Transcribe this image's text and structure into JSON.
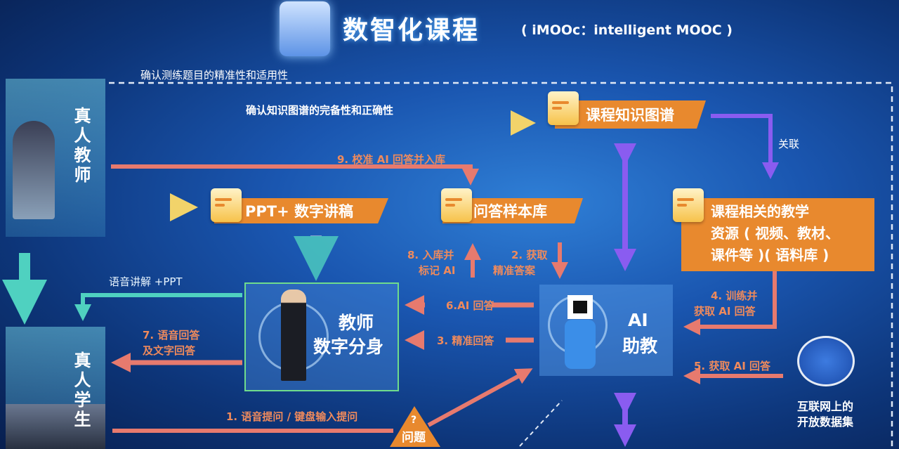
{
  "header": {
    "title": "数智化课程",
    "subtitle": "( iMOOc：intelligent MOOC )"
  },
  "top_note": "确认测练题目的精准性和适用性",
  "actors": {
    "teacher": "真人教师",
    "student": "真人学生"
  },
  "nodes": {
    "knowledge_graph": "课程知识图谱",
    "ppt": "PPT+ 数字讲稿",
    "qa_library": "问答样本库",
    "resources": [
      "课程相关的教学",
      "资源 ( 视频、教材、",
      "课件等 )( 语料库 )"
    ],
    "digital_twin": [
      "教师",
      "数字分身"
    ],
    "ai_assistant": [
      "AI",
      "助教"
    ],
    "internet": [
      "互联网上的",
      "开放数据集"
    ],
    "question": {
      "mark": "?",
      "label": "问题"
    }
  },
  "edges": {
    "confirm_graph": "确认知识图谱的完备性和正确性",
    "step9": "9. 校准 AI 回答并入库",
    "relate": "关联",
    "step8": [
      "8. 入库并",
      "标记 AI"
    ],
    "step2": [
      "2. 获取",
      "精准答案"
    ],
    "step6": "6.AI 回答",
    "step3": "3. 精准回答",
    "step4": [
      "4. 训练并",
      "获取 AI 回答"
    ],
    "step5": "5. 获取 AI 回答",
    "step7": [
      "7. 语音回答",
      "及文字回答"
    ],
    "voice_ppt": "语音讲解 +PPT",
    "step1": "1. 语音提问 / 键盘输入提问"
  },
  "colors": {
    "orange": "#e8892e",
    "red_arrow": "#e77a6e",
    "purple": "#8a5cf0",
    "teal": "#4fd1c0",
    "green_border": "#6fdc8c"
  }
}
